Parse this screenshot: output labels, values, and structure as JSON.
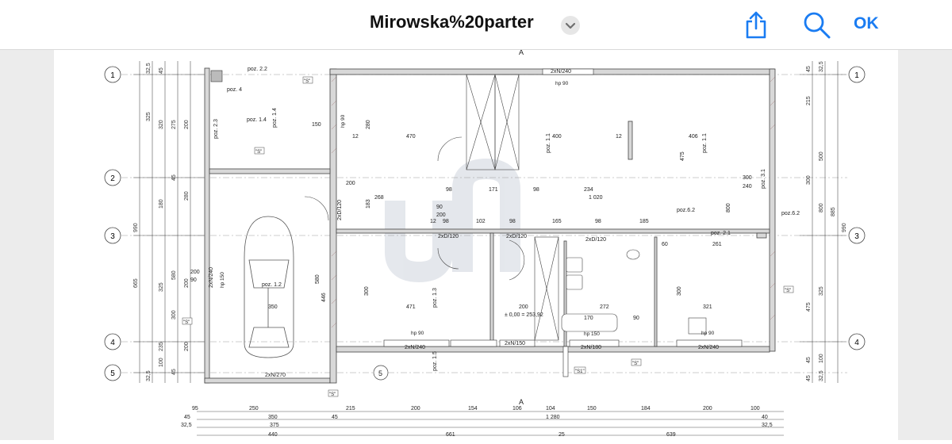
{
  "header": {
    "title": "Mirowska%20parter",
    "ok_label": "OK"
  },
  "icons": {
    "share": "share-icon",
    "search": "search-icon",
    "chevron": "chevron-down-icon"
  },
  "colors": {
    "accent": "#1a7cf2",
    "wall": "#8a8a8a",
    "dim_line": "#555555"
  },
  "plan": {
    "axis_labels": [
      "1",
      "2",
      "3",
      "4",
      "5"
    ],
    "room_labels": {
      "poz22": "poz. 2.2",
      "poz4": "poz. 4",
      "poz14": "poz. 1.4",
      "poz14b": "poz. 1.4",
      "poz23": "poz. 2.3",
      "poz12": "poz. 1.2",
      "poz11a": "poz. 1.1",
      "poz11b": "poz. 1.1",
      "poz13": "poz. 1.3",
      "poz15": "poz. 1.5",
      "poz31": "poz. 3.1",
      "poz62a": "poz.6.2",
      "poz62b": "poz.6.2",
      "poz21": "poz. 2.1"
    },
    "door_labels": {
      "d1": "2xN/240",
      "d2": "2xD/120",
      "d3": "2xD/120",
      "d4": "2xD/120",
      "d5": "2xD/120",
      "d6": "2xN/240",
      "d7": "2xN/240",
      "d8": "2xN/150",
      "d9": "2xN/180",
      "d10": "2xN/240",
      "d11": "2xN/270",
      "d12": "2xN/240"
    },
    "hp_labels": {
      "h1": "hp 90",
      "h2": "hp 90",
      "h3": "hp 150",
      "h4": "hp 90",
      "h5": "hp 150",
      "h6": "hp 90"
    },
    "inner_dims": {
      "a470": "470",
      "a400": "400",
      "a406": "406",
      "a12a": "12",
      "a12b": "12",
      "a268": "268",
      "a98a": "98",
      "a171": "171",
      "a98b": "98",
      "a234": "234",
      "a1020": "1 020",
      "a12c": "12",
      "a98c": "98",
      "a102": "102",
      "a98d": "98",
      "a165": "165",
      "a98e": "98",
      "a185": "185",
      "a60": "60",
      "a261": "261",
      "a471": "471",
      "a200a": "200",
      "a272": "272",
      "a321": "321",
      "a350": "350",
      "a170": "170",
      "a90": "90",
      "a200b": "200",
      "a150": "150",
      "a300a": "300",
      "a240": "240",
      "a90b": "90",
      "a200c": "200",
      "a200d": "200",
      "a90c": "90",
      "a475": "475",
      "a800": "800",
      "a300b": "300",
      "a300c": "300",
      "a280": "280",
      "a183": "183",
      "a580": "580",
      "a446": "446",
      "elev": "± 0,00 = 253,92"
    },
    "bottom_dims_row1": [
      "95",
      "250",
      "215",
      "200",
      "154",
      "106",
      "104",
      "150",
      "184",
      "200",
      "100"
    ],
    "bottom_dims_row2": [
      "45",
      "350",
      "45",
      "1 280",
      "40"
    ],
    "bottom_dims_row3": [
      "32,5",
      "375",
      "32,5"
    ],
    "bottom_dims_row4": [
      "440",
      "661",
      "25",
      "639"
    ],
    "left_dims_outer": [
      "990",
      "665"
    ],
    "left_dims_mid": [
      "325",
      "320",
      "280",
      "180",
      "325",
      "580",
      "235",
      "100"
    ],
    "left_dims_inner": [
      "32,5",
      "45",
      "275",
      "200",
      "45",
      "200",
      "300",
      "200",
      "45",
      "32,5"
    ],
    "right_dims_outer": [
      "990",
      "885"
    ],
    "right_dims_mid": [
      "215",
      "500",
      "300",
      "800",
      "325",
      "475",
      "100",
      "45"
    ],
    "right_dims_inner": [
      "45",
      "32,5",
      "45",
      "32,5"
    ],
    "section_marks": [
      "A",
      "A"
    ],
    "misc_labels": {
      "s1": "\"S\"",
      "s2": "\"S\"",
      "s3": "\"S\"",
      "s4": "\"S\"",
      "s5": "\"S\"",
      "s6": "\"S\"",
      "s7": "\"S1\"",
      "circle5": "5",
      "circle5b": "5"
    }
  }
}
